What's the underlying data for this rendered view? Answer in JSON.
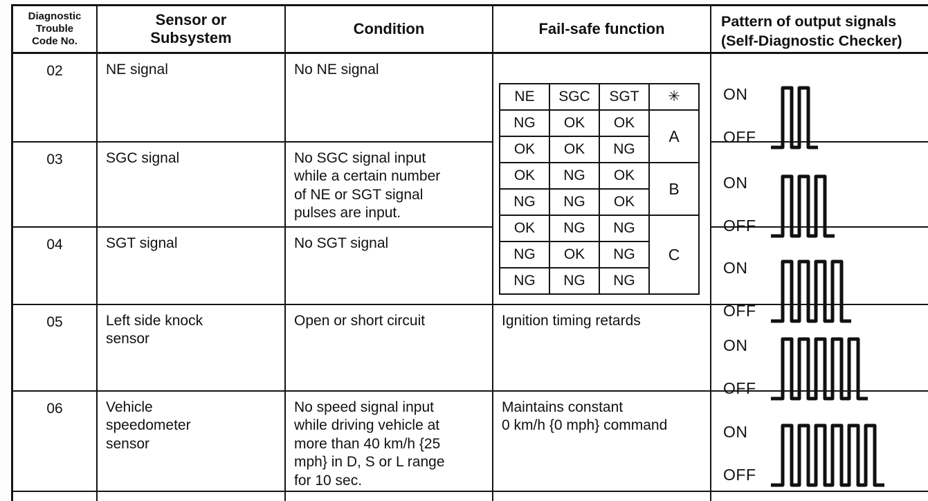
{
  "accent_colors": {
    "ink": "#111111",
    "paper": "#ffffff"
  },
  "header": {
    "code": "Diagnostic\nTrouble\nCode No.",
    "sensor": "Sensor or\nSubsystem",
    "condition": "Condition",
    "failsafe": "Fail-safe function",
    "pattern": "Pattern of output signals\n(Self-Diagnostic Checker)"
  },
  "pattern_labels": {
    "on": "ON",
    "off": "OFF"
  },
  "rows": [
    {
      "code": "02",
      "sensor": "NE signal",
      "condition": "No NE signal",
      "pattern": {
        "pulses": 2
      }
    },
    {
      "code": "03",
      "sensor": "SGC signal",
      "condition": "No SGC signal input\nwhile a certain number\nof NE or SGT signal\npulses are input.",
      "pattern": {
        "pulses": 3
      }
    },
    {
      "code": "04",
      "sensor": "SGT signal",
      "condition": "No SGT signal",
      "pattern": {
        "pulses": 4
      }
    },
    {
      "code": "05",
      "sensor": "Left side knock\nsensor",
      "condition": "Open or short circuit",
      "failsafe": "Ignition timing retards",
      "pattern": {
        "pulses": 5
      }
    },
    {
      "code": "06",
      "sensor": "Vehicle\nspeedometer\nsensor",
      "condition": "No speed signal input\nwhile driving vehicle at\nmore than 40 km/h {25\nmph} in D, S or L range\nfor 10 sec.",
      "failsafe": "Maintains constant\n0 km/h {0 mph} command",
      "pattern": {
        "pulses": 6
      }
    }
  ],
  "failsafe_table": {
    "headers": [
      "NE",
      "SGC",
      "SGT",
      "✳"
    ],
    "rows": [
      [
        "NG",
        "OK",
        "OK"
      ],
      [
        "OK",
        "OK",
        "NG"
      ],
      [
        "OK",
        "NG",
        "OK"
      ],
      [
        "NG",
        "NG",
        "OK"
      ],
      [
        "OK",
        "NG",
        "NG"
      ],
      [
        "NG",
        "OK",
        "NG"
      ],
      [
        "NG",
        "NG",
        "NG"
      ]
    ],
    "groups": [
      "A",
      "B",
      "C"
    ]
  }
}
